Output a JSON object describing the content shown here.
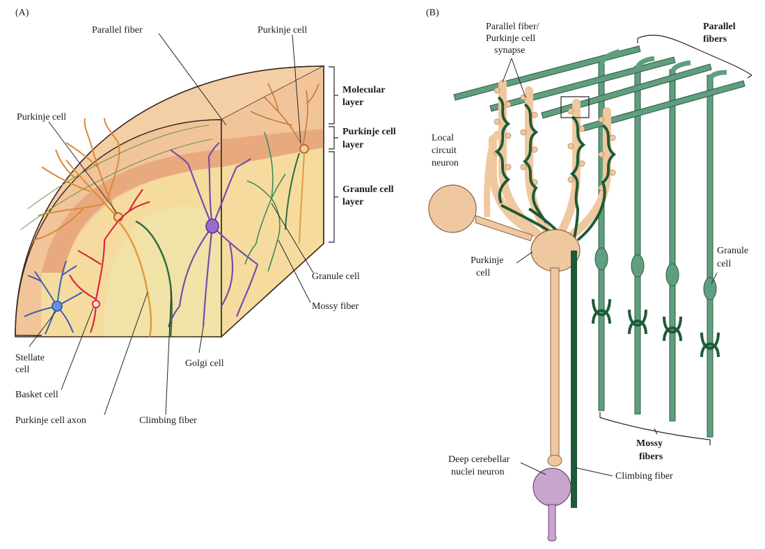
{
  "panel_a": {
    "tag": "(A)",
    "labels": {
      "parallel_fiber": "Parallel fiber",
      "purkinje_cell_top": "Purkinje cell",
      "purkinje_cell_left": "Purkinje cell",
      "granule_cell": "Granule cell",
      "mossy_fiber": "Mossy fiber",
      "stellate_cell": [
        "Stellate",
        "cell"
      ],
      "basket_cell": "Basket cell",
      "purkinje_cell_axon": "Purkinje cell axon",
      "climbing_fiber": "Climbing fiber",
      "golgi_cell": "Golgi cell"
    },
    "layers": {
      "molecular": [
        "Molecular",
        "layer"
      ],
      "purkinje": [
        "Purkinje cell",
        "layer"
      ],
      "granule": [
        "Granule cell",
        "layer"
      ]
    }
  },
  "panel_b": {
    "tag": "(B)",
    "labels": {
      "synapse": [
        "Parallel fiber/",
        "Purkinje cell",
        "synapse"
      ],
      "parallel_fibers": [
        "Parallel",
        "fibers"
      ],
      "local_circuit_neuron": [
        "Local",
        "circuit",
        "neuron"
      ],
      "purkinje_cell": [
        "Purkinje",
        "cell"
      ],
      "granule_cell": [
        "Granule",
        "cell"
      ],
      "mossy_fibers": [
        "Mossy",
        "fibers"
      ],
      "deep_nuclei_neuron": [
        "Deep cerebellar",
        "nuclei neuron"
      ],
      "climbing_fiber": "Climbing fiber"
    }
  },
  "colors": {
    "molecular": "#f2c49a",
    "purkinje_band": "#e9a97e",
    "granule": "#f5dc9e",
    "white_matter": "#f1e3a8",
    "purkinje_tan": "#f0c8a0",
    "parallel_green": "#5f9e7e",
    "climbing_dark": "#1e5a36",
    "basket_red": "#d8283c",
    "stellate_blue": "#3a5fb0",
    "golgi_purple": "#7a4aa8",
    "deep_nuclei": "#c9a4cf"
  }
}
